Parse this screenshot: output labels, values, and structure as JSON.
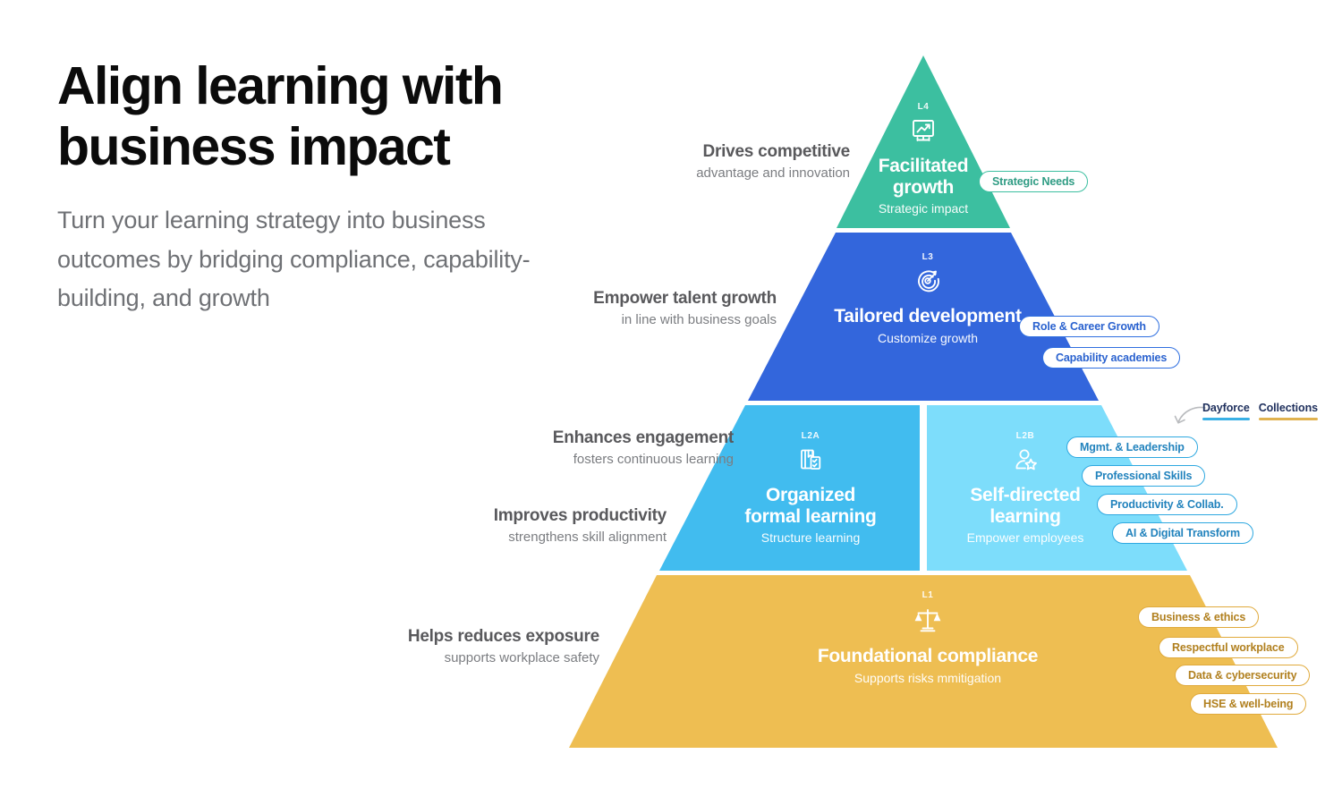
{
  "header": {
    "title": "Align learning with business impact",
    "subtitle": "Turn your learning strategy into business outcomes by bridging compliance, capability-building, and growth"
  },
  "legend": {
    "items": [
      {
        "label": "Dayforce",
        "color": "#39b0e5"
      },
      {
        "label": "Collections",
        "color": "#e0b24f"
      }
    ],
    "arrow_icon": "curved-arrow-icon"
  },
  "pyramid": {
    "tiers": [
      {
        "code": "L4",
        "title": "Facilitated growth",
        "subtitle": "Strategic impact",
        "icon": "presentation-chart-icon",
        "color": "#3cbfa0",
        "descriptor": {
          "main": "Drives competitive",
          "sub": "advantage and innovation"
        },
        "pills": [
          "Strategic Needs"
        ]
      },
      {
        "code": "L3",
        "title": "Tailored development",
        "subtitle": "Customize growth",
        "icon": "target-dart-icon",
        "color": "#3366dc",
        "descriptor": {
          "main": "Empower talent growth",
          "sub": "in line with business goals"
        },
        "pills": [
          "Role & Career Growth",
          "Capability academies"
        ]
      },
      {
        "code": "L2A",
        "title": "Organized formal learning",
        "subtitle": "Structure learning",
        "icon": "book-checklist-icon",
        "color": "#41bcef",
        "descriptor": {
          "main": "Enhances engagement",
          "sub": "fosters continuous learning"
        },
        "pills": []
      },
      {
        "code": "L2B",
        "title": "Self-directed learning",
        "subtitle": "Empower employees",
        "icon": "person-star-icon",
        "color": "#7dddfb",
        "descriptor": {
          "main": "Improves productivity",
          "sub": "strengthens skill alignment"
        },
        "pills": [
          "Mgmt. & Leadership",
          "Professional Skills",
          "Productivity & Collab.",
          "AI & Digital Transform"
        ]
      },
      {
        "code": "L1",
        "title": "Foundational compliance",
        "subtitle": "Supports risks mmitigation",
        "icon": "scales-of-justice-icon",
        "color": "#eebe52",
        "descriptor": {
          "main": "Helps reduces exposure",
          "sub": "supports workplace safety"
        },
        "pills": [
          "Business & ethics",
          "Respectful workplace",
          "Data & cybersecurity",
          "HSE & well-being"
        ]
      }
    ]
  },
  "chart_data": {
    "type": "pyramid",
    "title": "Align learning with business impact",
    "levels": [
      {
        "code": "L4",
        "name": "Facilitated growth",
        "tagline": "Strategic impact",
        "outcome": "Drives competitive advantage and innovation",
        "categories": [
          "Strategic Needs"
        ],
        "color": "#3cbfa0"
      },
      {
        "code": "L3",
        "name": "Tailored development",
        "tagline": "Customize growth",
        "outcome": "Empower talent growth in line with business goals",
        "categories": [
          "Role & Career Growth",
          "Capability academies"
        ],
        "color": "#3366dc"
      },
      {
        "code": "L2A",
        "name": "Organized formal learning",
        "tagline": "Structure learning",
        "outcome": "Enhances engagement, fosters continuous learning",
        "categories": [],
        "color": "#41bcef"
      },
      {
        "code": "L2B",
        "name": "Self-directed learning",
        "tagline": "Empower employees",
        "outcome": "Improves productivity, strengthens skill alignment",
        "categories": [
          "Mgmt. & Leadership",
          "Professional Skills",
          "Productivity & Collab.",
          "AI & Digital Transform"
        ],
        "color": "#7dddfb"
      },
      {
        "code": "L1",
        "name": "Foundational compliance",
        "tagline": "Supports risks mmitigation",
        "outcome": "Helps reduces exposure, supports workplace safety",
        "categories": [
          "Business & ethics",
          "Respectful workplace",
          "Data & cybersecurity",
          "HSE & well-being"
        ],
        "color": "#eebe52"
      }
    ],
    "legend": [
      "Dayforce",
      "Collections"
    ],
    "legend_position": "top-right"
  }
}
